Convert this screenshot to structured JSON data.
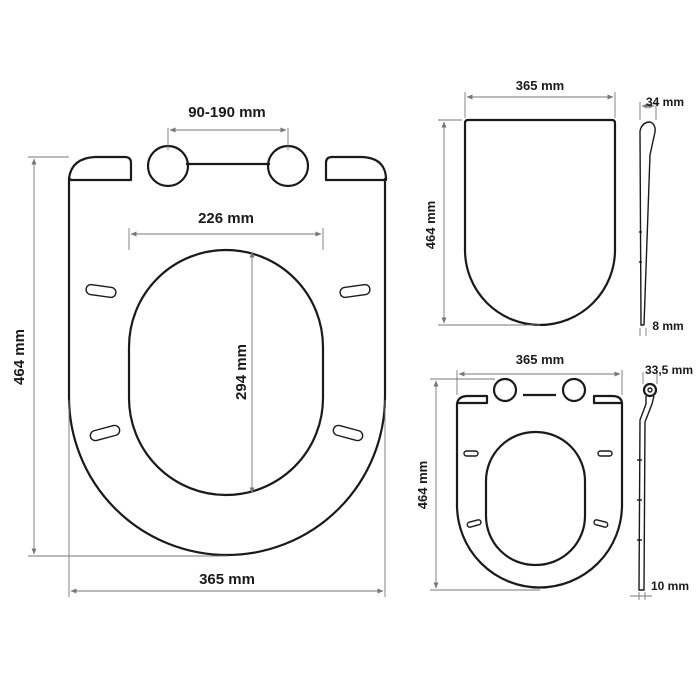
{
  "main_view": {
    "hinge_spacing": "90-190 mm",
    "inner_width": "226 mm",
    "inner_height": "294 mm",
    "total_height": "464 mm",
    "total_width": "365 mm"
  },
  "lid_view": {
    "width": "365 mm",
    "height": "464 mm",
    "side_top": "34 mm",
    "side_bottom": "8 mm"
  },
  "seat_view": {
    "width": "365 mm",
    "height": "464 mm",
    "side_top": "33,5 mm",
    "side_bottom": "10 mm"
  }
}
